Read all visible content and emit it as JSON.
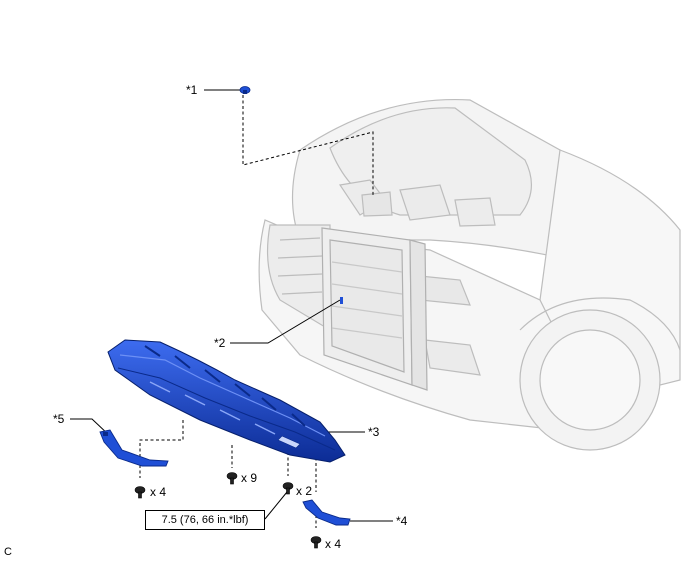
{
  "callouts": {
    "c1": "*1",
    "c2": "*2",
    "c3": "*3",
    "c4": "*4",
    "c5": "*5"
  },
  "quantities": {
    "q_bolt_left": "x 4",
    "q_bolt_center": "x 9",
    "q_bolt_torque": "x 2",
    "q_bolt_right": "x 4"
  },
  "torque_spec": "7.5 (76, 66 in.*lbf)",
  "corner_mark": "C",
  "colors": {
    "part_blue": "#1f4fd6",
    "part_blue_dark": "#0a2a8a",
    "vehicle_outline": "#b8b8b8",
    "leader": "#000000"
  }
}
